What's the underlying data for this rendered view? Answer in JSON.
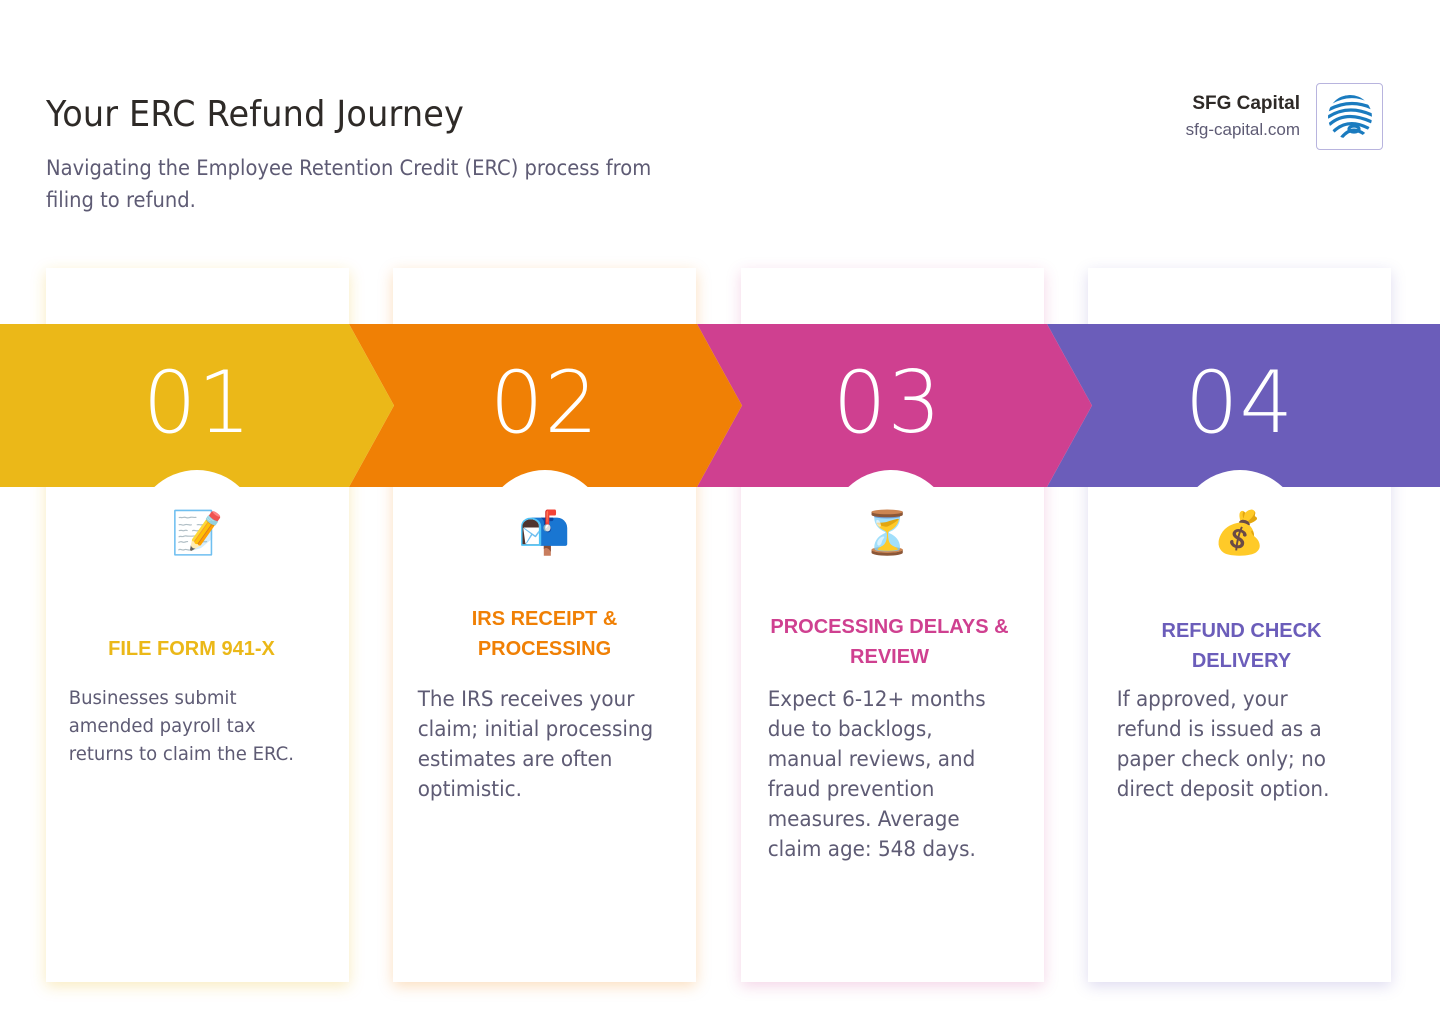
{
  "header": {
    "title": "Your ERC Refund Journey",
    "subtitle": "Navigating the Employee Retention Credit (ERC) process from filing to refund."
  },
  "brand": {
    "name": "SFG Capital",
    "url": "sfg-capital.com",
    "logo_icon": "striped-globe-icon",
    "logo_color": "#1a7bbf"
  },
  "steps": [
    {
      "number": "01",
      "icon": "📝",
      "icon_name": "memo-pencil-icon",
      "title": "FILE FORM 941-X",
      "description": "Businesses submit amended payroll tax returns to claim the ERC.",
      "color": "#EBB818"
    },
    {
      "number": "02",
      "icon": "📬",
      "icon_name": "mailbox-icon",
      "title": "IRS RECEIPT & PROCESSING",
      "description": "The IRS receives your claim; initial processing estimates are often optimistic.",
      "color": "#F08005"
    },
    {
      "number": "03",
      "icon": "⏳",
      "icon_name": "hourglass-icon",
      "title": "PROCESSING DELAYS & REVIEW",
      "description": "Expect 6-12+ months due to backlogs, manual reviews, and fraud prevention measures. Average claim age: 548 days.",
      "color": "#CF4090"
    },
    {
      "number": "04",
      "icon": "💰",
      "icon_name": "money-bag-icon",
      "title": "REFUND CHECK DELIVERY",
      "description": "If approved, your refund is issued as a paper check only; no direct deposit option.",
      "color": "#6B5DBA"
    }
  ]
}
